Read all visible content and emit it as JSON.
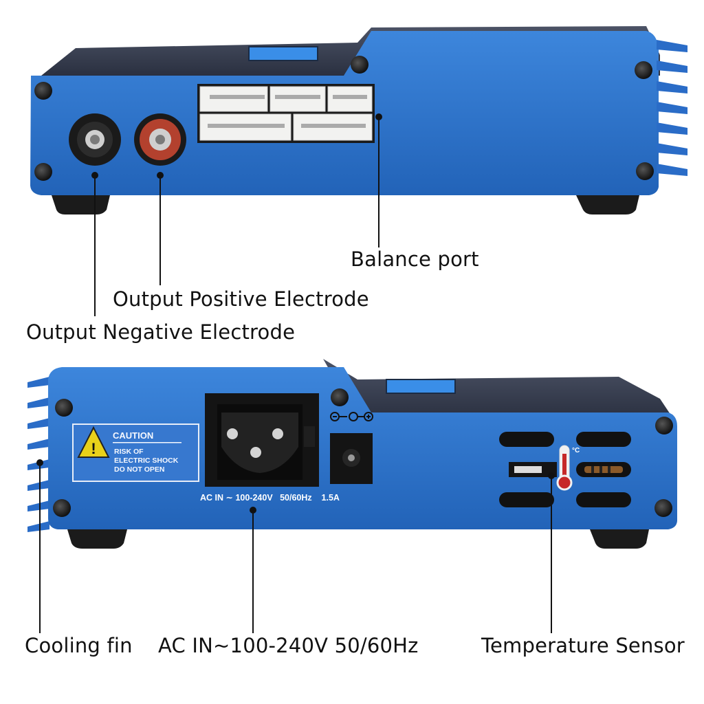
{
  "labels": {
    "balance_port": "Balance port",
    "output_positive": "Output Positive Electrode",
    "output_negative": "Output Negative Electrode",
    "cooling_fin": "Cooling fin",
    "ac_in": "AC IN~100-240V 50/60Hz",
    "temperature_sensor": "Temperature Sensor"
  },
  "device_text": {
    "caution_title": "CAUTION",
    "caution_line1": "RISK OF",
    "caution_line2": "ELECTRIC SHOCK",
    "caution_line3": "DO NOT OPEN",
    "power_rating": "AC IN ∼ 100-240V   50/60Hz    1.5A",
    "temp_unit": "°C"
  },
  "colors": {
    "body_blue": "#2f72c8",
    "body_dark": "#1d4f96",
    "leader": "#111111"
  }
}
